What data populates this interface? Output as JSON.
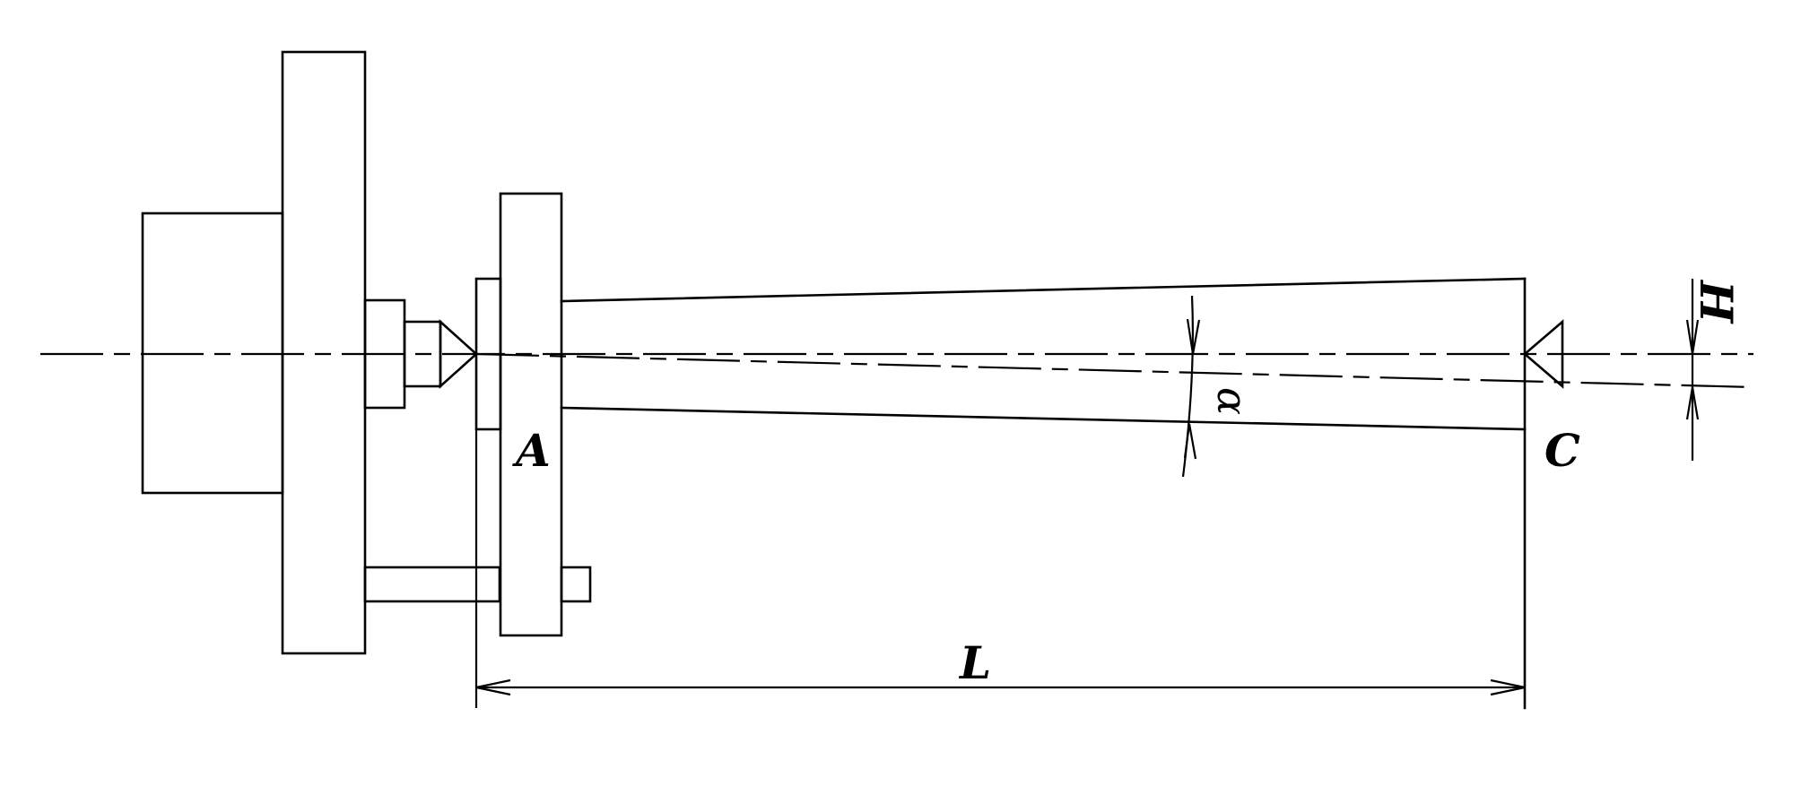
{
  "labels": {
    "A": "A",
    "C": "C",
    "L": "L",
    "H": "H",
    "alpha": "α"
  }
}
